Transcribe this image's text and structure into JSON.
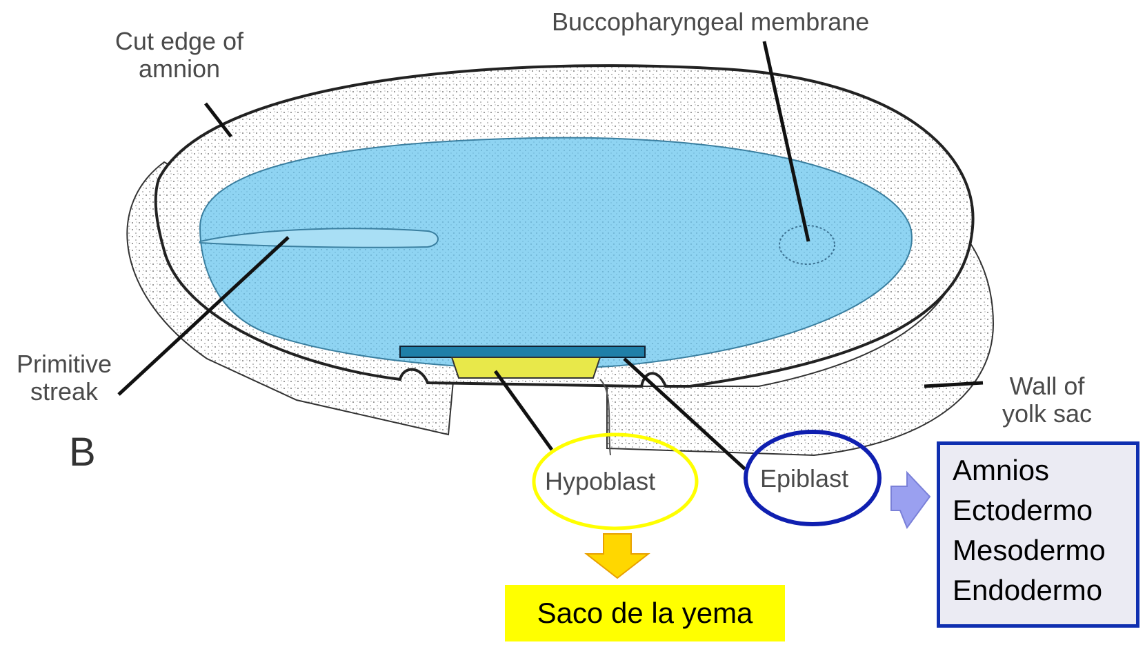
{
  "diagram": {
    "panel_letter": "B",
    "labels": {
      "cut_edge_amnion_line1": "Cut edge of",
      "cut_edge_amnion_line2": "amnion",
      "buccopharyngeal": "Buccopharyngeal membrane",
      "primitive_streak_line1": "Primitive",
      "primitive_streak_line2": "streak",
      "wall_yolk_line1": "Wall of",
      "wall_yolk_line2": "yolk sac",
      "hypoblast": "Hypoblast",
      "epiblast": "Epiblast"
    },
    "yolk_box": "Saco de la yema",
    "epiblast_derivatives": [
      "Amnios",
      "Ectodermo",
      "Mesodermo",
      "Endodermo"
    ],
    "colors": {
      "embryonic_disc": "#8fd4f2",
      "hypoblast_layer": "#e8e84a",
      "epiblast_layer": "#1f7fa8",
      "hypoblast_circle": "#ffff00",
      "epiblast_circle": "#0f1fb0",
      "yolk_arrow": "#ffd700",
      "derivatives_arrow": "#9aa0f0",
      "derivatives_border": "#0f2fb0"
    }
  }
}
